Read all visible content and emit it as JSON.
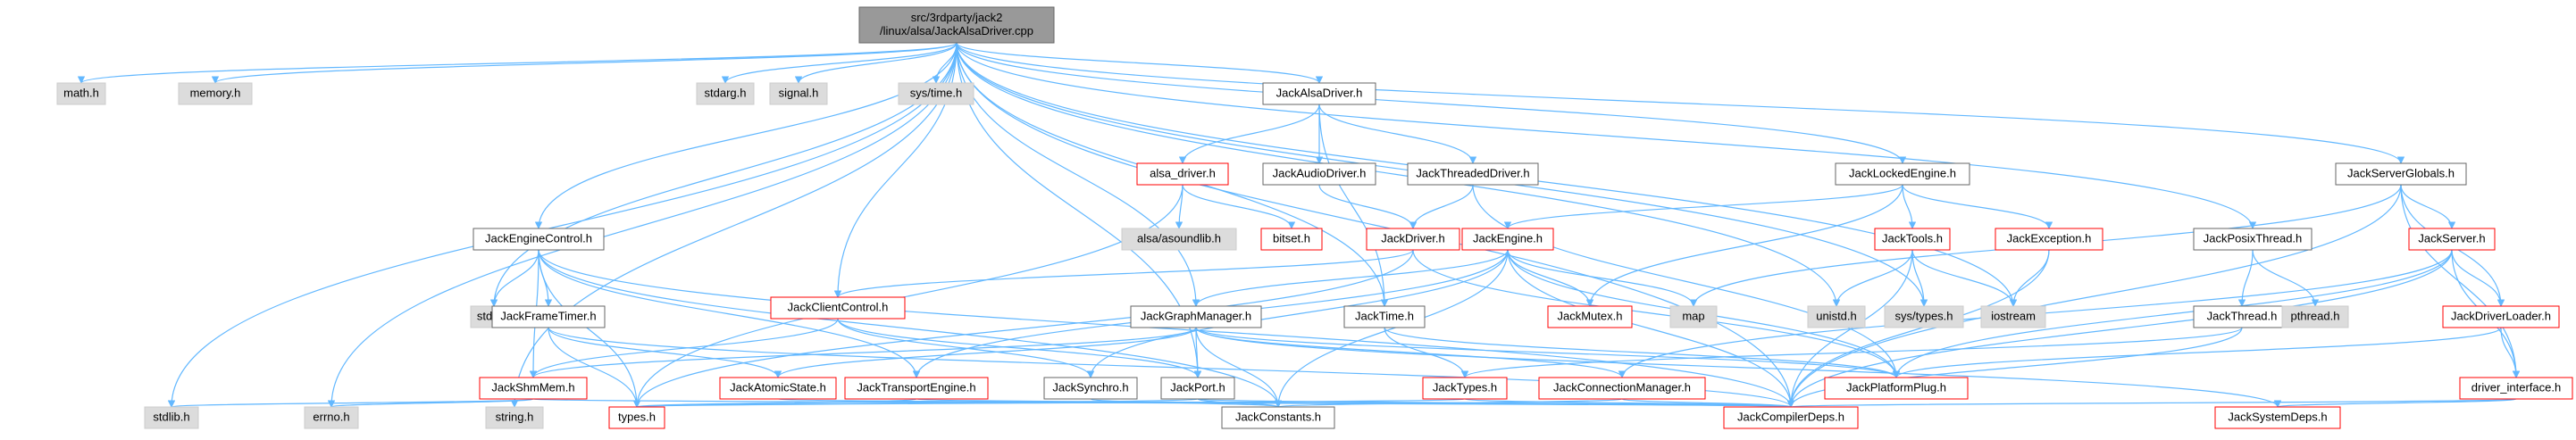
{
  "diagram": {
    "root": "root",
    "colors": {
      "edge": "#63b8ff",
      "root_fill": "#999999",
      "header_fill": "#dcdcdc",
      "header_stroke": "#cccccc",
      "node_fill": "#ffffff",
      "node_stroke": "#666666",
      "red_stroke": "#ff0000",
      "text": "#000000"
    },
    "nodes": [
      {
        "id": "root",
        "lines": [
          "src/3rdparty/jack2",
          "/linux/alsa/JackAlsaDriver.cpp"
        ],
        "kind": "root"
      },
      {
        "id": "math",
        "lines": [
          "math.h"
        ],
        "kind": "header"
      },
      {
        "id": "memory",
        "lines": [
          "memory.h"
        ],
        "kind": "header"
      },
      {
        "id": "stdarg",
        "lines": [
          "stdarg.h"
        ],
        "kind": "header"
      },
      {
        "id": "signal",
        "lines": [
          "signal.h"
        ],
        "kind": "header"
      },
      {
        "id": "systime",
        "lines": [
          "sys/time.h"
        ],
        "kind": "header"
      },
      {
        "id": "JackAlsaDriver",
        "lines": [
          "JackAlsaDriver.h"
        ],
        "kind": "normal"
      },
      {
        "id": "alsa_driver",
        "lines": [
          "alsa_driver.h"
        ],
        "kind": "red"
      },
      {
        "id": "JackAudioDriver",
        "lines": [
          "JackAudioDriver.h"
        ],
        "kind": "normal"
      },
      {
        "id": "JackThreadedDriver",
        "lines": [
          "JackThreadedDriver.h"
        ],
        "kind": "normal"
      },
      {
        "id": "alsa_asoundlib",
        "lines": [
          "alsa/asoundlib.h"
        ],
        "kind": "header"
      },
      {
        "id": "bitset",
        "lines": [
          "bitset.h"
        ],
        "kind": "red"
      },
      {
        "id": "JackDriver",
        "lines": [
          "JackDriver.h"
        ],
        "kind": "red"
      },
      {
        "id": "JackLockedEngine",
        "lines": [
          "JackLockedEngine.h"
        ],
        "kind": "normal"
      },
      {
        "id": "JackEngine",
        "lines": [
          "JackEngine.h"
        ],
        "kind": "red"
      },
      {
        "id": "JackTools",
        "lines": [
          "JackTools.h"
        ],
        "kind": "red"
      },
      {
        "id": "JackException",
        "lines": [
          "JackException.h"
        ],
        "kind": "red"
      },
      {
        "id": "JackPosixThread",
        "lines": [
          "JackPosixThread.h"
        ],
        "kind": "normal"
      },
      {
        "id": "JackServerGlobals",
        "lines": [
          "JackServerGlobals.h"
        ],
        "kind": "normal"
      },
      {
        "id": "JackServer",
        "lines": [
          "JackServer.h"
        ],
        "kind": "red"
      },
      {
        "id": "JackEngineControl",
        "lines": [
          "JackEngineControl.h"
        ],
        "kind": "normal"
      },
      {
        "id": "stdio",
        "lines": [
          "stdio.h"
        ],
        "kind": "header"
      },
      {
        "id": "JackFrameTimer",
        "lines": [
          "JackFrameTimer.h"
        ],
        "kind": "normal"
      },
      {
        "id": "JackClientControl",
        "lines": [
          "JackClientControl.h"
        ],
        "kind": "red"
      },
      {
        "id": "JackGraphManager",
        "lines": [
          "JackGraphManager.h"
        ],
        "kind": "normal"
      },
      {
        "id": "JackTime",
        "lines": [
          "JackTime.h"
        ],
        "kind": "normal"
      },
      {
        "id": "JackMutex",
        "lines": [
          "JackMutex.h"
        ],
        "kind": "red"
      },
      {
        "id": "map",
        "lines": [
          "map"
        ],
        "kind": "header"
      },
      {
        "id": "unistd",
        "lines": [
          "unistd.h"
        ],
        "kind": "header"
      },
      {
        "id": "systypes",
        "lines": [
          "sys/types.h"
        ],
        "kind": "header"
      },
      {
        "id": "iostream",
        "lines": [
          "iostream"
        ],
        "kind": "header"
      },
      {
        "id": "JackThread",
        "lines": [
          "JackThread.h"
        ],
        "kind": "normal"
      },
      {
        "id": "pthread",
        "lines": [
          "pthread.h"
        ],
        "kind": "header"
      },
      {
        "id": "JackDriverLoader",
        "lines": [
          "JackDriverLoader.h"
        ],
        "kind": "red"
      },
      {
        "id": "JackShmMem",
        "lines": [
          "JackShmMem.h"
        ],
        "kind": "red"
      },
      {
        "id": "JackAtomicState",
        "lines": [
          "JackAtomicState.h"
        ],
        "kind": "red"
      },
      {
        "id": "JackTransportEngine",
        "lines": [
          "JackTransportEngine.h"
        ],
        "kind": "red"
      },
      {
        "id": "JackSynchro",
        "lines": [
          "JackSynchro.h"
        ],
        "kind": "normal"
      },
      {
        "id": "JackPort",
        "lines": [
          "JackPort.h"
        ],
        "kind": "normal"
      },
      {
        "id": "JackTypes",
        "lines": [
          "JackTypes.h"
        ],
        "kind": "red"
      },
      {
        "id": "JackConnectionManager",
        "lines": [
          "JackConnectionManager.h"
        ],
        "kind": "red"
      },
      {
        "id": "JackPlatformPlug",
        "lines": [
          "JackPlatformPlug.h"
        ],
        "kind": "red"
      },
      {
        "id": "driver_interface",
        "lines": [
          "driver_interface.h"
        ],
        "kind": "red"
      },
      {
        "id": "stdlib",
        "lines": [
          "stdlib.h"
        ],
        "kind": "header"
      },
      {
        "id": "errno",
        "lines": [
          "errno.h"
        ],
        "kind": "header"
      },
      {
        "id": "string",
        "lines": [
          "string.h"
        ],
        "kind": "header"
      },
      {
        "id": "types",
        "lines": [
          "types.h"
        ],
        "kind": "red"
      },
      {
        "id": "JackConstants",
        "lines": [
          "JackConstants.h"
        ],
        "kind": "normal"
      },
      {
        "id": "JackCompilerDeps",
        "lines": [
          "JackCompilerDeps.h"
        ],
        "kind": "red"
      },
      {
        "id": "JackSystemDeps",
        "lines": [
          "JackSystemDeps.h"
        ],
        "kind": "red"
      }
    ],
    "edges": [
      [
        "root",
        "math"
      ],
      [
        "root",
        "memory"
      ],
      [
        "root",
        "stdarg"
      ],
      [
        "root",
        "signal"
      ],
      [
        "root",
        "systime"
      ],
      [
        "root",
        "JackAlsaDriver"
      ],
      [
        "root",
        "JackLockedEngine"
      ],
      [
        "root",
        "JackPosixThread"
      ],
      [
        "root",
        "JackServerGlobals"
      ],
      [
        "root",
        "JackEngineControl"
      ],
      [
        "root",
        "JackClientControl"
      ],
      [
        "root",
        "JackGraphManager"
      ],
      [
        "root",
        "JackPort"
      ],
      [
        "root",
        "stdio"
      ],
      [
        "root",
        "stdlib"
      ],
      [
        "root",
        "errno"
      ],
      [
        "root",
        "string"
      ],
      [
        "root",
        "unistd"
      ],
      [
        "root",
        "systypes"
      ],
      [
        "root",
        "iostream"
      ],
      [
        "root",
        "JackCompilerDeps"
      ],
      [
        "root",
        "JackTime"
      ],
      [
        "JackAlsaDriver",
        "alsa_driver"
      ],
      [
        "JackAlsaDriver",
        "JackAudioDriver"
      ],
      [
        "JackAlsaDriver",
        "JackThreadedDriver"
      ],
      [
        "JackAlsaDriver",
        "JackTime"
      ],
      [
        "alsa_driver",
        "alsa_asoundlib"
      ],
      [
        "alsa_driver",
        "bitset"
      ],
      [
        "alsa_driver",
        "types"
      ],
      [
        "JackAudioDriver",
        "JackDriver"
      ],
      [
        "JackThreadedDriver",
        "JackDriver"
      ],
      [
        "JackThreadedDriver",
        "JackPlatformPlug"
      ],
      [
        "JackDriver",
        "types"
      ],
      [
        "JackDriver",
        "JackClientControl"
      ],
      [
        "JackDriver",
        "JackPlatformPlug"
      ],
      [
        "JackLockedEngine",
        "JackEngine"
      ],
      [
        "JackLockedEngine",
        "JackTools"
      ],
      [
        "JackLockedEngine",
        "JackException"
      ],
      [
        "JackLockedEngine",
        "JackMutex"
      ],
      [
        "JackEngine",
        "JackGraphManager"
      ],
      [
        "JackEngine",
        "JackSynchro"
      ],
      [
        "JackEngine",
        "JackMutex"
      ],
      [
        "JackEngine",
        "map"
      ],
      [
        "JackEngine",
        "JackTransportEngine"
      ],
      [
        "JackEngine",
        "JackConstants"
      ],
      [
        "JackEngine",
        "JackPlatformPlug"
      ],
      [
        "JackEngine",
        "JackCompilerDeps"
      ],
      [
        "JackTools",
        "unistd"
      ],
      [
        "JackTools",
        "systypes"
      ],
      [
        "JackTools",
        "iostream"
      ],
      [
        "JackTools",
        "JackCompilerDeps"
      ],
      [
        "JackException",
        "iostream"
      ],
      [
        "JackException",
        "JackCompilerDeps"
      ],
      [
        "JackPosixThread",
        "JackThread"
      ],
      [
        "JackPosixThread",
        "pthread"
      ],
      [
        "JackThread",
        "JackTypes"
      ],
      [
        "JackThread",
        "JackCompilerDeps"
      ],
      [
        "JackServerGlobals",
        "JackServer"
      ],
      [
        "JackServerGlobals",
        "JackDriverLoader"
      ],
      [
        "JackServerGlobals",
        "driver_interface"
      ],
      [
        "JackServerGlobals",
        "JackCompilerDeps"
      ],
      [
        "JackServerGlobals",
        "map"
      ],
      [
        "JackServer",
        "JackDriverLoader"
      ],
      [
        "JackServer",
        "driver_interface"
      ],
      [
        "JackServer",
        "JackPlatformPlug"
      ],
      [
        "JackServer",
        "JackConnectionManager"
      ],
      [
        "JackServer",
        "JackCompilerDeps"
      ],
      [
        "JackDriverLoader",
        "driver_interface"
      ],
      [
        "JackDriverLoader",
        "JackPlatformPlug"
      ],
      [
        "driver_interface",
        "JackCompilerDeps"
      ],
      [
        "driver_interface",
        "JackSystemDeps"
      ],
      [
        "JackEngineControl",
        "stdio"
      ],
      [
        "JackEngineControl",
        "JackFrameTimer"
      ],
      [
        "JackEngineControl",
        "JackShmMem"
      ],
      [
        "JackEngineControl",
        "JackTransportEngine"
      ],
      [
        "JackEngineControl",
        "types"
      ],
      [
        "JackEngineControl",
        "JackConstants"
      ],
      [
        "JackEngineControl",
        "JackCompilerDeps"
      ],
      [
        "JackFrameTimer",
        "JackAtomicState"
      ],
      [
        "JackFrameTimer",
        "types"
      ],
      [
        "JackFrameTimer",
        "JackCompilerDeps"
      ],
      [
        "JackClientControl",
        "JackShmMem"
      ],
      [
        "JackClientControl",
        "JackPort"
      ],
      [
        "JackClientControl",
        "JackSynchro"
      ],
      [
        "JackGraphManager",
        "JackShmMem"
      ],
      [
        "JackGraphManager",
        "JackPort"
      ],
      [
        "JackGraphManager",
        "JackConnectionManager"
      ],
      [
        "JackGraphManager",
        "JackAtomicState"
      ],
      [
        "JackGraphManager",
        "JackPlatformPlug"
      ],
      [
        "JackGraphManager",
        "JackSystemDeps"
      ],
      [
        "JackGraphManager",
        "JackConstants"
      ],
      [
        "JackTime",
        "JackTypes"
      ],
      [
        "JackTime",
        "JackPlatformPlug"
      ],
      [
        "JackShmMem",
        "stdlib"
      ],
      [
        "JackShmMem",
        "errno"
      ],
      [
        "JackShmMem",
        "JackCompilerDeps"
      ],
      [
        "JackAtomicState",
        "JackCompilerDeps"
      ],
      [
        "JackTransportEngine",
        "types"
      ],
      [
        "JackTransportEngine",
        "JackCompilerDeps"
      ],
      [
        "JackSynchro",
        "JackConstants"
      ],
      [
        "JackPort",
        "types"
      ],
      [
        "JackPort",
        "JackConstants"
      ],
      [
        "JackPort",
        "JackCompilerDeps"
      ],
      [
        "JackTypes",
        "types"
      ],
      [
        "JackTypes",
        "JackCompilerDeps"
      ],
      [
        "JackConnectionManager",
        "JackConstants"
      ],
      [
        "JackConnectionManager",
        "JackCompilerDeps"
      ]
    ]
  }
}
